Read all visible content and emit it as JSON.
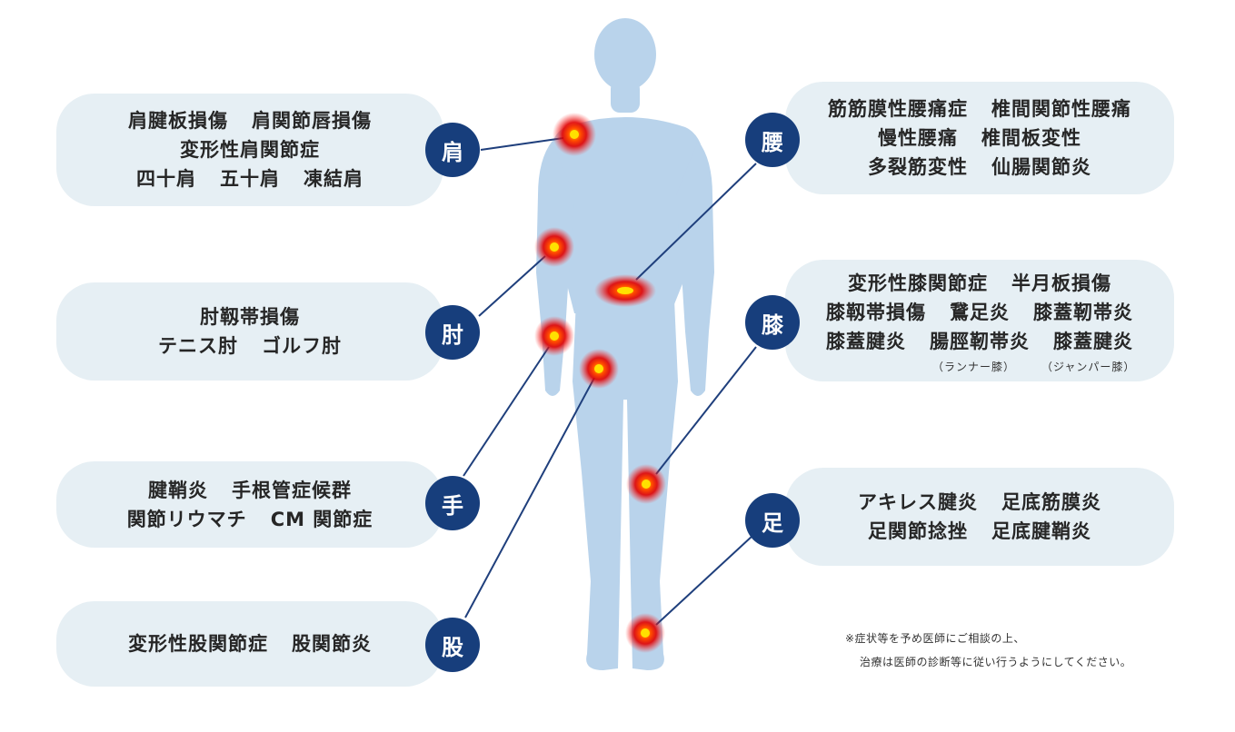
{
  "regions": [
    {
      "key": "shoulder",
      "badge": "肩",
      "lines": [
        [
          "肩腱板損傷",
          "肩関節唇損傷"
        ],
        [
          "変形性肩関節症"
        ],
        [
          "四十肩",
          "五十肩",
          "凍結肩"
        ]
      ]
    },
    {
      "key": "elbow",
      "badge": "肘",
      "lines": [
        [
          "肘靱帯損傷"
        ],
        [
          "テニス肘",
          "ゴルフ肘"
        ]
      ]
    },
    {
      "key": "hand",
      "badge": "手",
      "lines": [
        [
          "腱鞘炎",
          "手根管症候群"
        ],
        [
          "関節リウマチ",
          "CM 関節症"
        ]
      ]
    },
    {
      "key": "hip",
      "badge": "股",
      "lines": [
        [
          "変形性股関節症",
          "股関節炎"
        ]
      ]
    },
    {
      "key": "waist",
      "badge": "腰",
      "lines": [
        [
          "筋筋膜性腰痛症",
          "椎間関節性腰痛"
        ],
        [
          "慢性腰痛",
          "椎間板変性"
        ],
        [
          "多裂筋変性",
          "仙腸関節炎"
        ]
      ]
    },
    {
      "key": "knee",
      "badge": "膝",
      "lines": [
        [
          "変形性膝関節症",
          "半月板損傷"
        ],
        [
          "膝靱帯損傷",
          "鵞足炎",
          "膝蓋靭帯炎"
        ],
        [
          "膝蓋腱炎",
          "腸脛靭帯炎",
          "膝蓋腱炎"
        ]
      ],
      "notes": [
        "（ランナー膝）",
        "（ジャンパー膝）"
      ]
    },
    {
      "key": "foot",
      "badge": "足",
      "lines": [
        [
          "アキレス腱炎",
          "足底筋膜炎"
        ],
        [
          "足関節捻挫",
          "足底腱鞘炎"
        ]
      ]
    }
  ],
  "footnote": {
    "line1": "※症状等を予め医師にご相談の上、",
    "line2": "治療は医師の診断等に従い行うようにしてください。"
  },
  "colors": {
    "body": "#b9d3eb",
    "panel": "#e6eff4",
    "badge": "#173e7c",
    "connector": "#1f3f7c",
    "hotspot": "#e00000"
  }
}
